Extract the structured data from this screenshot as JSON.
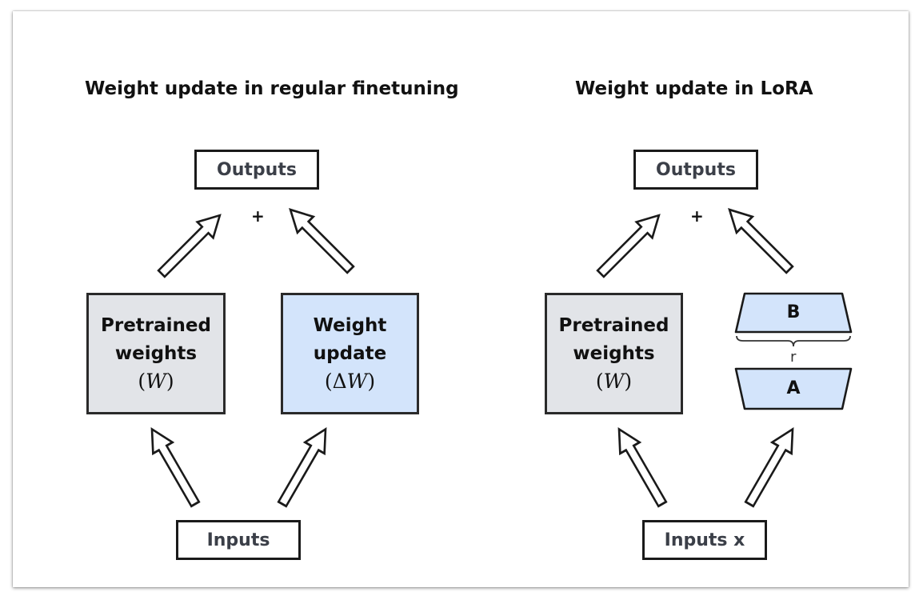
{
  "left": {
    "title": "Weight update in regular finetuning",
    "outputs": "Outputs",
    "plus": "+",
    "pretrained": {
      "line1": "Pretrained",
      "line2": "weights",
      "symbol": "W"
    },
    "update": {
      "line1": "Weight",
      "line2": "update",
      "delta": "Δ",
      "symbol": "W"
    },
    "inputs": "Inputs"
  },
  "right": {
    "title": "Weight update in LoRA",
    "outputs": "Outputs",
    "plus": "+",
    "pretrained": {
      "line1": "Pretrained",
      "line2": "weights",
      "symbol": "W"
    },
    "matrix_b": "B",
    "matrix_a": "A",
    "rank": "r",
    "inputs": "Inputs x"
  },
  "colors": {
    "pretrained_fill": "#e2e4e8",
    "update_fill": "#d3e4fb",
    "outline": "#1a1a1a"
  }
}
